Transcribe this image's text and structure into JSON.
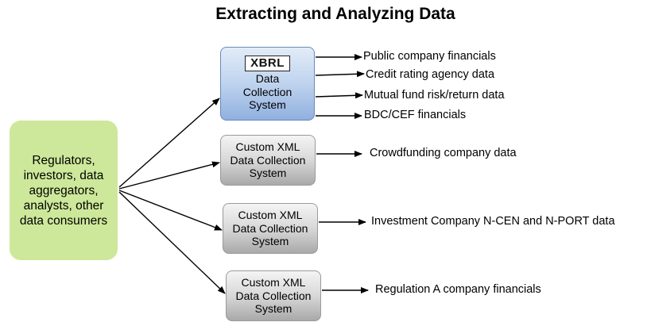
{
  "title": "Extracting and Analyzing Data",
  "consumers": {
    "lines": [
      "Regulators,",
      "investors, data",
      "aggregators,",
      "analysts, other",
      "data consumers"
    ]
  },
  "xbrl_system": {
    "logo_text": "XBRL",
    "lines": [
      "Data",
      "Collection",
      "System"
    ],
    "outputs": [
      "Public company financials",
      "Credit rating agency data",
      "Mutual fund risk/return data",
      "BDC/CEF financials"
    ]
  },
  "custom_systems": [
    {
      "lines": [
        "Custom XML",
        "Data Collection",
        "System"
      ],
      "output": "Crowdfunding company data"
    },
    {
      "lines": [
        "Custom XML",
        "Data Collection",
        "System"
      ],
      "output": "Investment Company N-CEN and N-PORT data"
    },
    {
      "lines": [
        "Custom XML",
        "Data Collection",
        "System"
      ],
      "output": "Regulation A company financials"
    }
  ],
  "colors": {
    "consumers_fill": "#cde89a",
    "xbrl_fill": "#8fb0df",
    "custom_fill": "#d8d8d8",
    "arrow": "#000000"
  }
}
